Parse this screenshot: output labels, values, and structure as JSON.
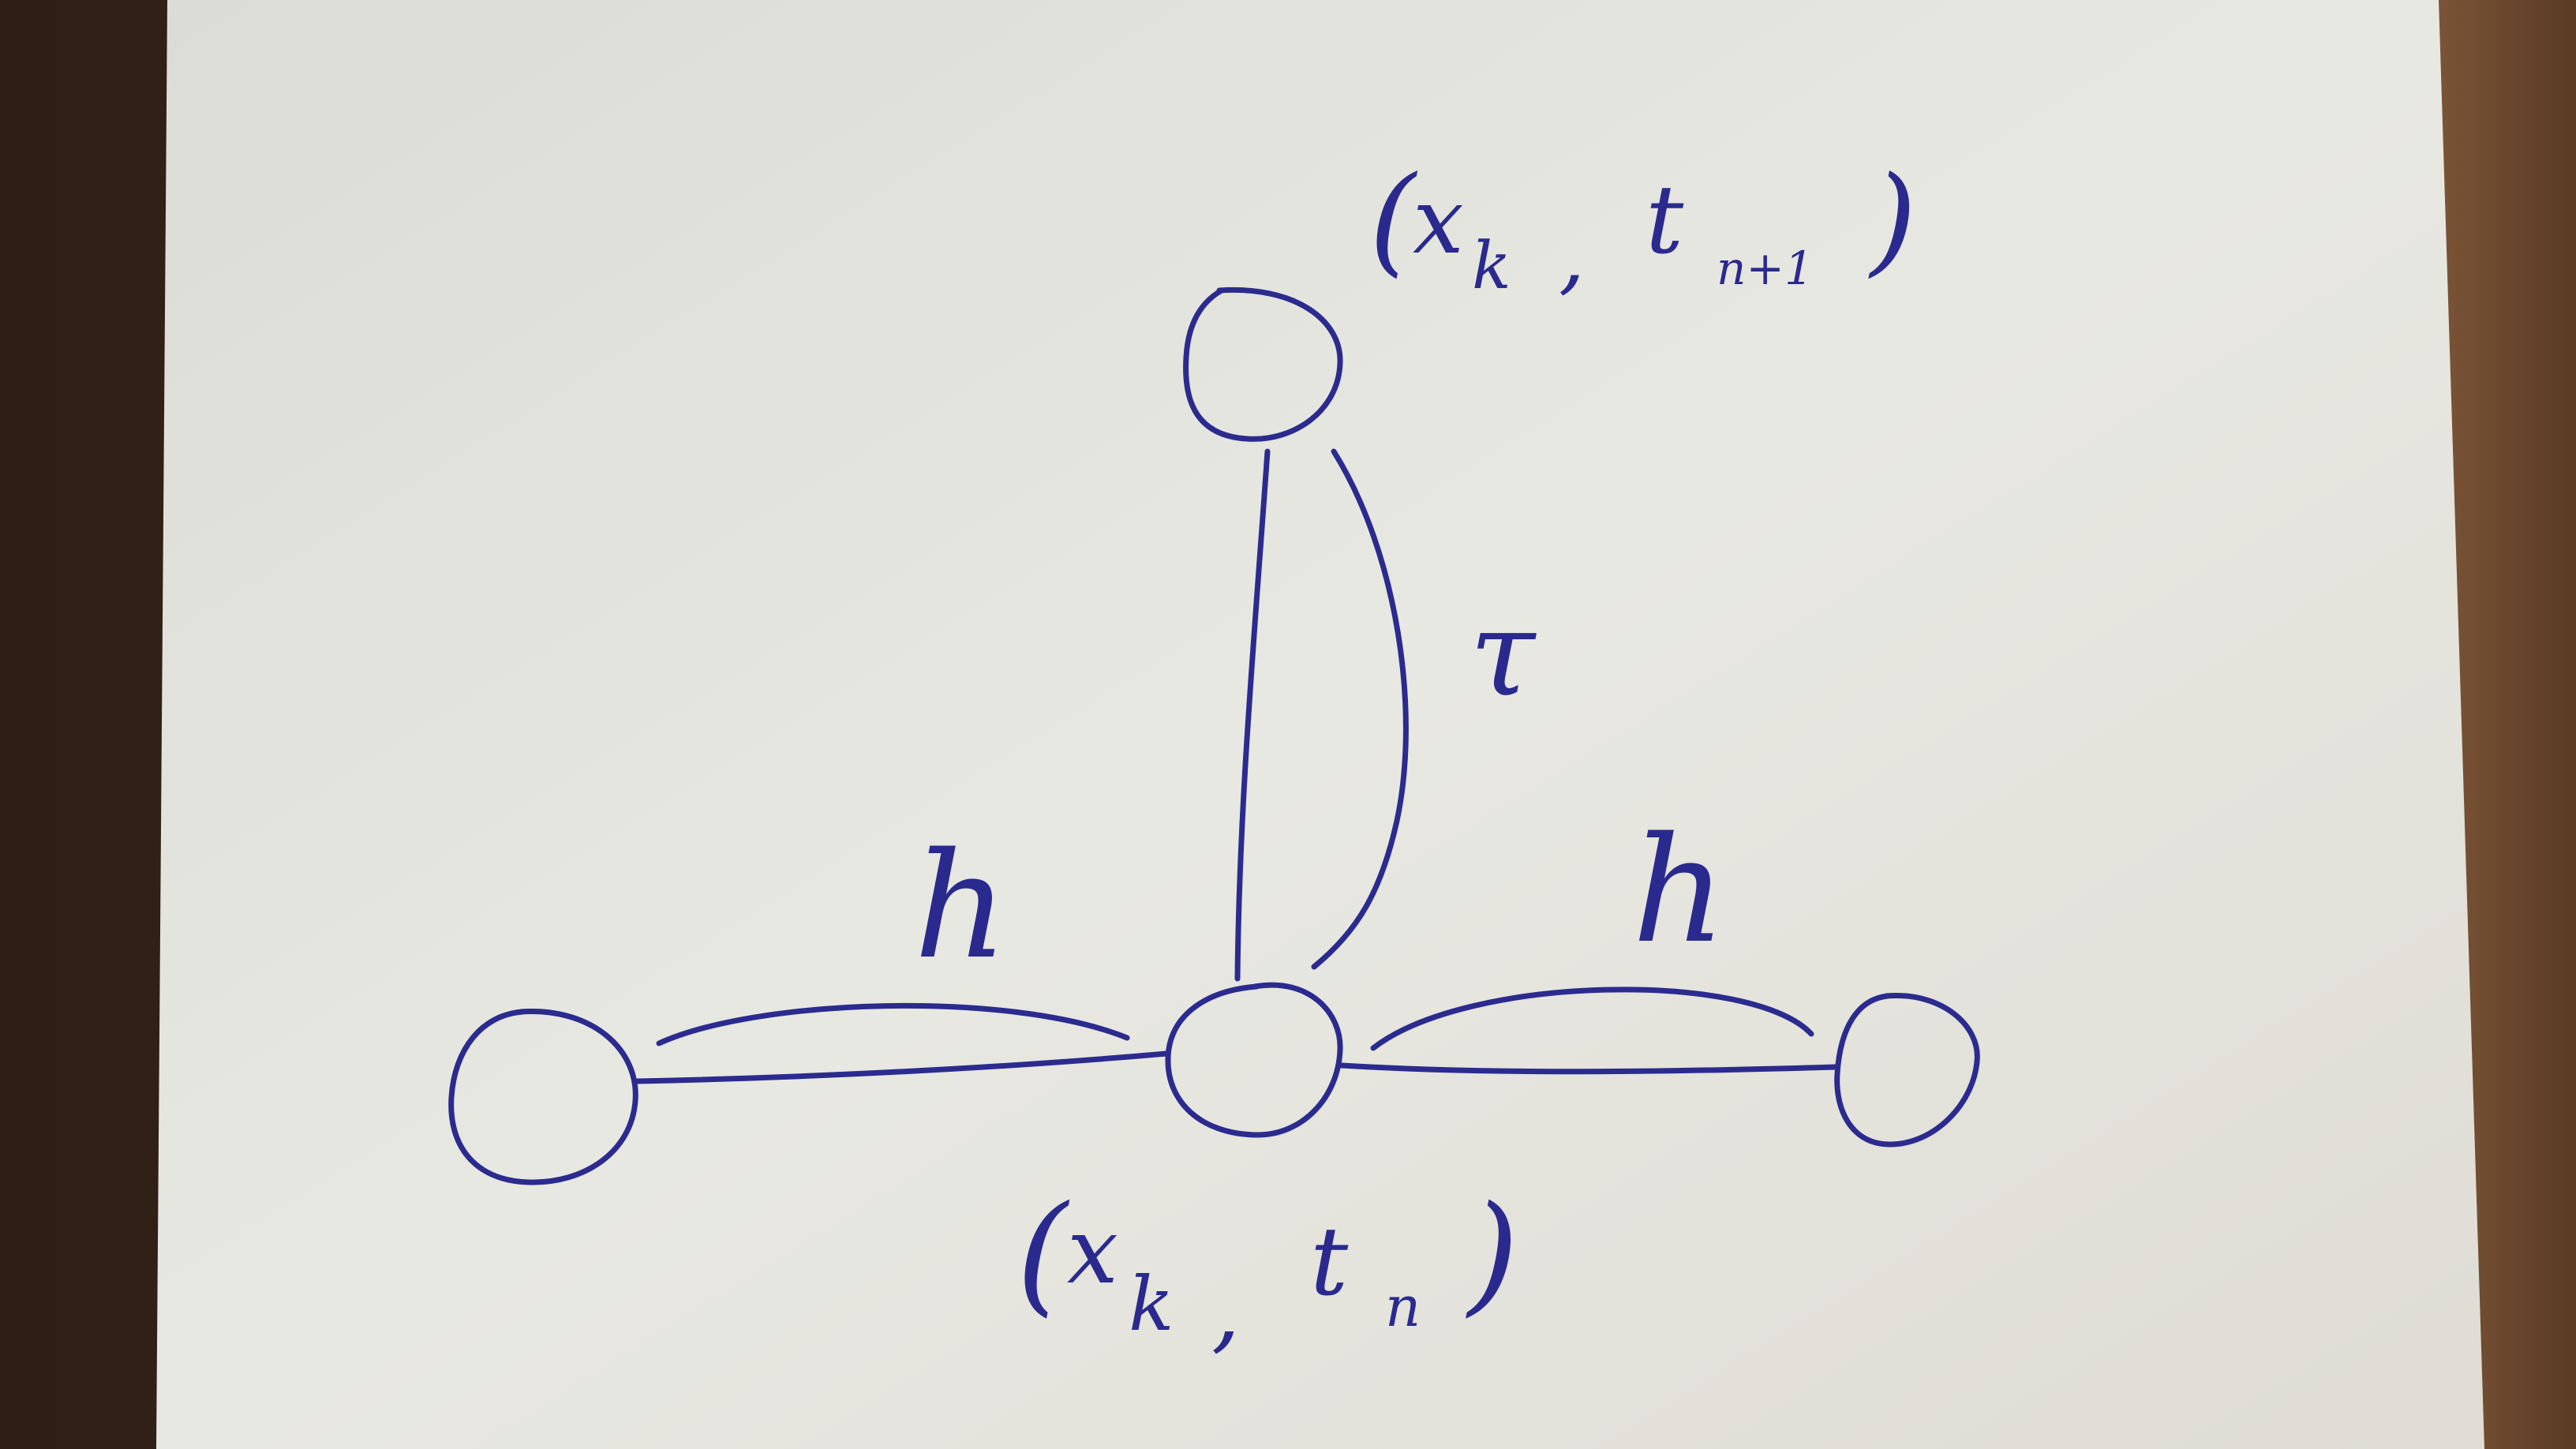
{
  "diagram": {
    "labels": {
      "top_node": {
        "open": "(",
        "x": "x",
        "x_sub": "k",
        "comma": ",",
        "t": "t",
        "t_sub": "n+1",
        "close": ")"
      },
      "center_node": {
        "open": "(",
        "x": "x",
        "x_sub": "k",
        "comma": ",",
        "t": "t",
        "t_sub": "n",
        "close": ")"
      },
      "tau": "τ",
      "h_left": "h",
      "h_right": "h"
    },
    "colors": {
      "ink": "#2b2b8f",
      "paper": "#e6e6e0",
      "table": "#4a3322"
    }
  }
}
